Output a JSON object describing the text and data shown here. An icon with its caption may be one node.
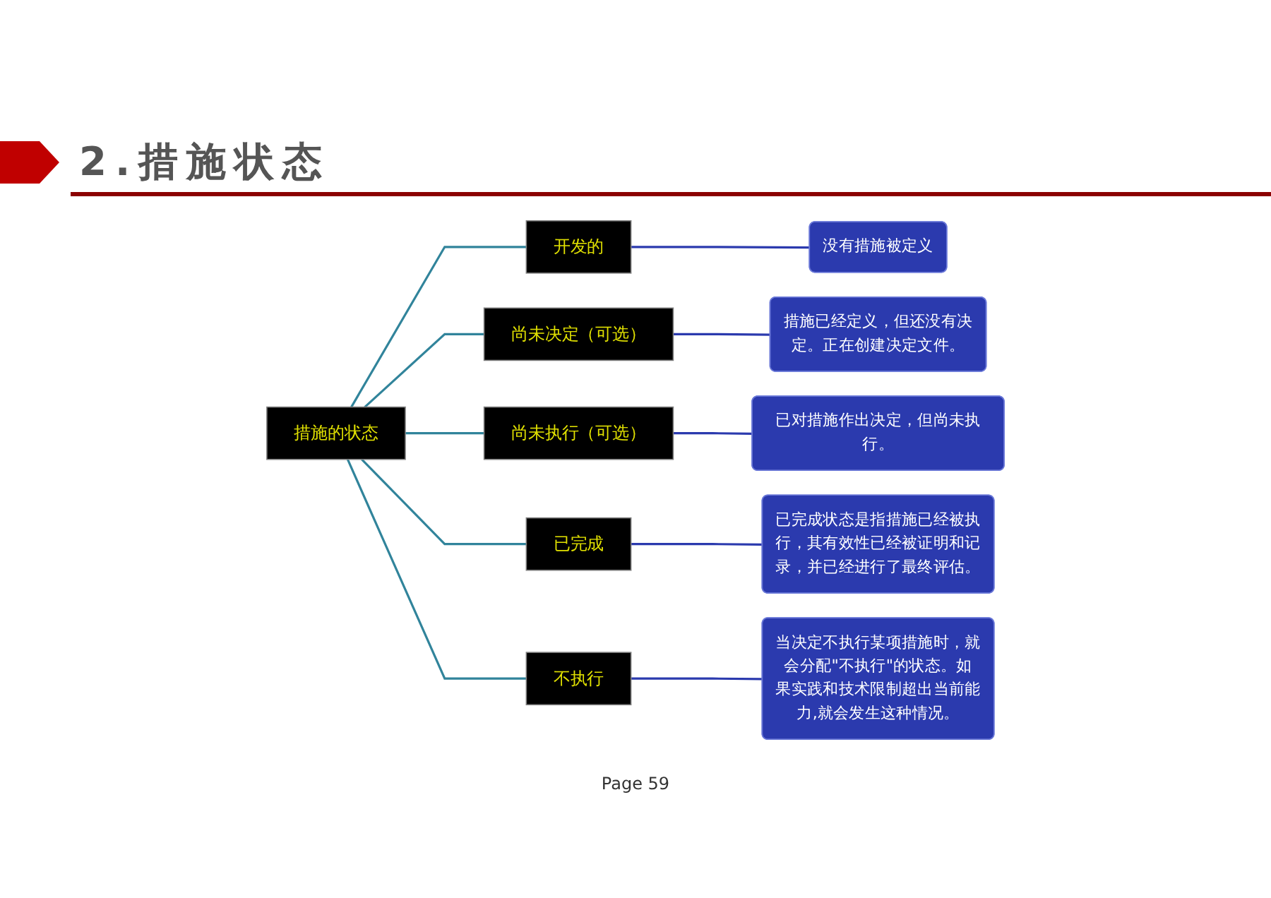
{
  "diagram": {
    "title": "2.措施状态",
    "nodes": [
      {
        "text": [
          "措施的状态"
        ]
      },
      {
        "text": [
          "开发的"
        ]
      },
      {
        "text": [
          "没有措施被定义"
        ]
      },
      {
        "text": [
          "尚未决定（可选）"
        ]
      },
      {
        "text": [
          "措施已经定义，但还没有决定。正在创建决定文件。"
        ]
      },
      {
        "text": [
          "尚未执行（可选）"
        ]
      },
      {
        "text": [
          "已对措施作出决定，但尚未执行。"
        ]
      },
      {
        "text": [
          "已完成"
        ]
      },
      {
        "text": [
          "已完成状态是指措施已经被执行，其有效性已经被证明和记录，并已经进行了最终评估。"
        ]
      },
      {
        "text": [
          "不执行"
        ]
      },
      {
        "text": [
          "当决定不执行某项措施时，就会分配\"不执行\"的状态。如果实践和技术限制超出当前能力,就会发生这种情况。"
        ]
      }
    ],
    "edges": [
      {
        "from": 0,
        "to": 1,
        "arrow": "none"
      },
      {
        "from": 0,
        "to": 3,
        "arrow": "none"
      },
      {
        "from": 0,
        "to": 5,
        "arrow": "none"
      },
      {
        "from": 0,
        "to": 7,
        "arrow": "none"
      },
      {
        "from": 0,
        "to": 9,
        "arrow": "none"
      },
      {
        "from": 1,
        "to": 2,
        "arrow": "none",
        "color": "#2b3aae"
      },
      {
        "from": 3,
        "to": 4,
        "arrow": "none",
        "color": "#2b3aae"
      },
      {
        "from": 5,
        "to": 6,
        "arrow": "none",
        "color": "#2b3aae"
      },
      {
        "from": 7,
        "to": 8,
        "arrow": "none",
        "color": "#2b3aae"
      },
      {
        "from": 9,
        "to": 10,
        "arrow": "none",
        "color": "#2b3aae"
      }
    ],
    "labels": [
      "Page 59"
    ]
  }
}
